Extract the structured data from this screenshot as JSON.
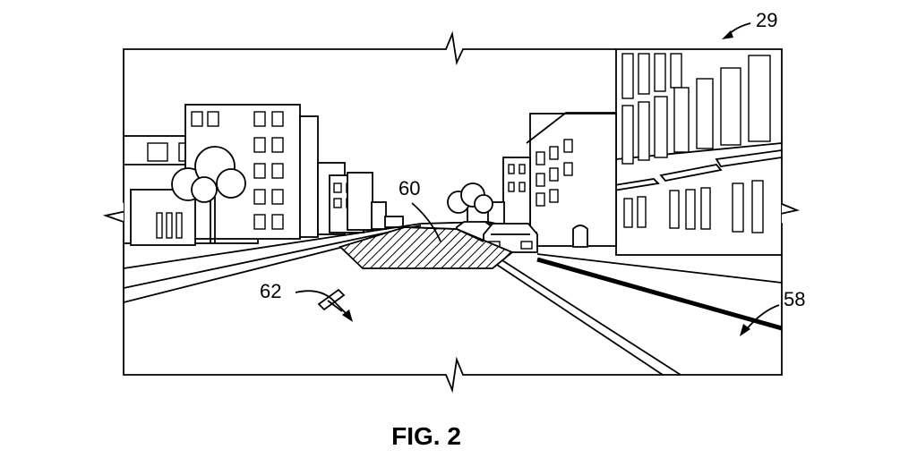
{
  "figure": {
    "caption": "FIG. 2",
    "labels": {
      "view": "29",
      "road_surface": "58",
      "hazard_region": "60",
      "vehicle_marker": "62"
    }
  }
}
